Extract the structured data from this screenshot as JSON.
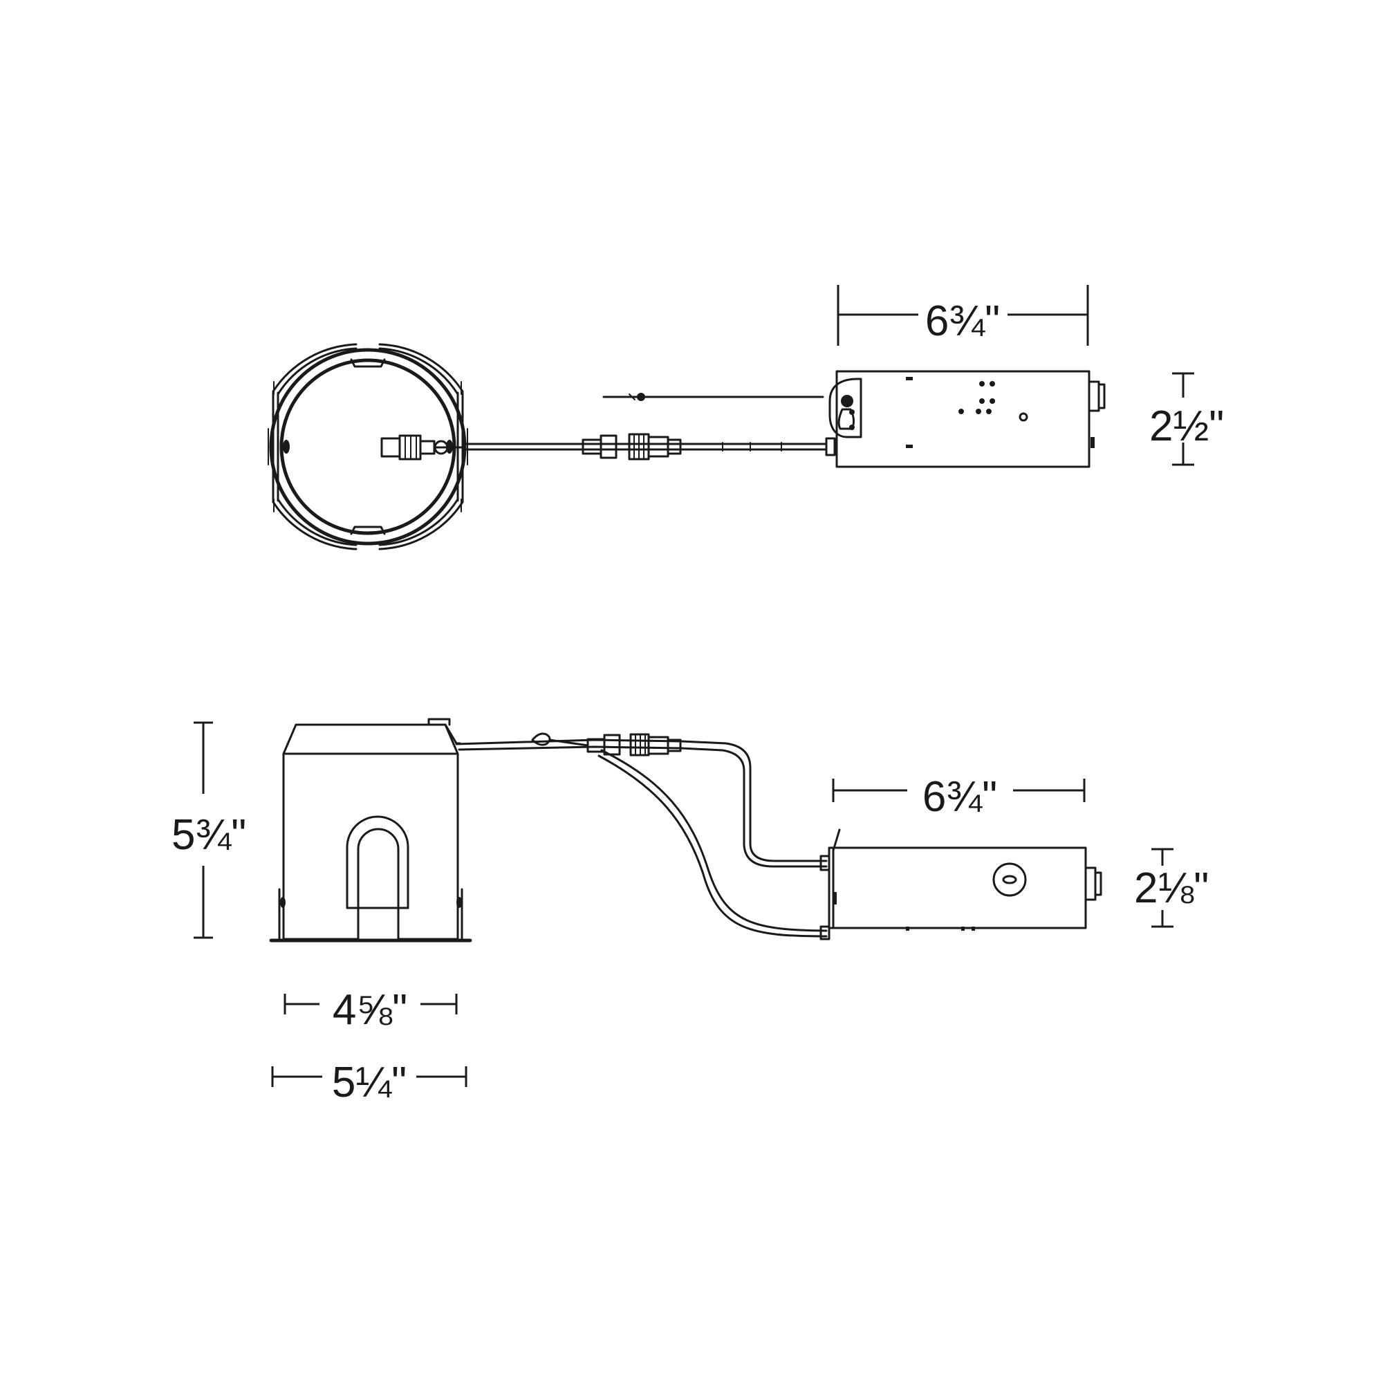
{
  "dimensions": {
    "top_driver_width": "6¾\"",
    "top_driver_height": "2½\"",
    "side_housing_height": "5¾\"",
    "side_driver_width": "6¾\"",
    "side_driver_height": "2⅛\"",
    "housing_inner_width": "4⅝\"",
    "housing_outer_width": "5¼\""
  }
}
